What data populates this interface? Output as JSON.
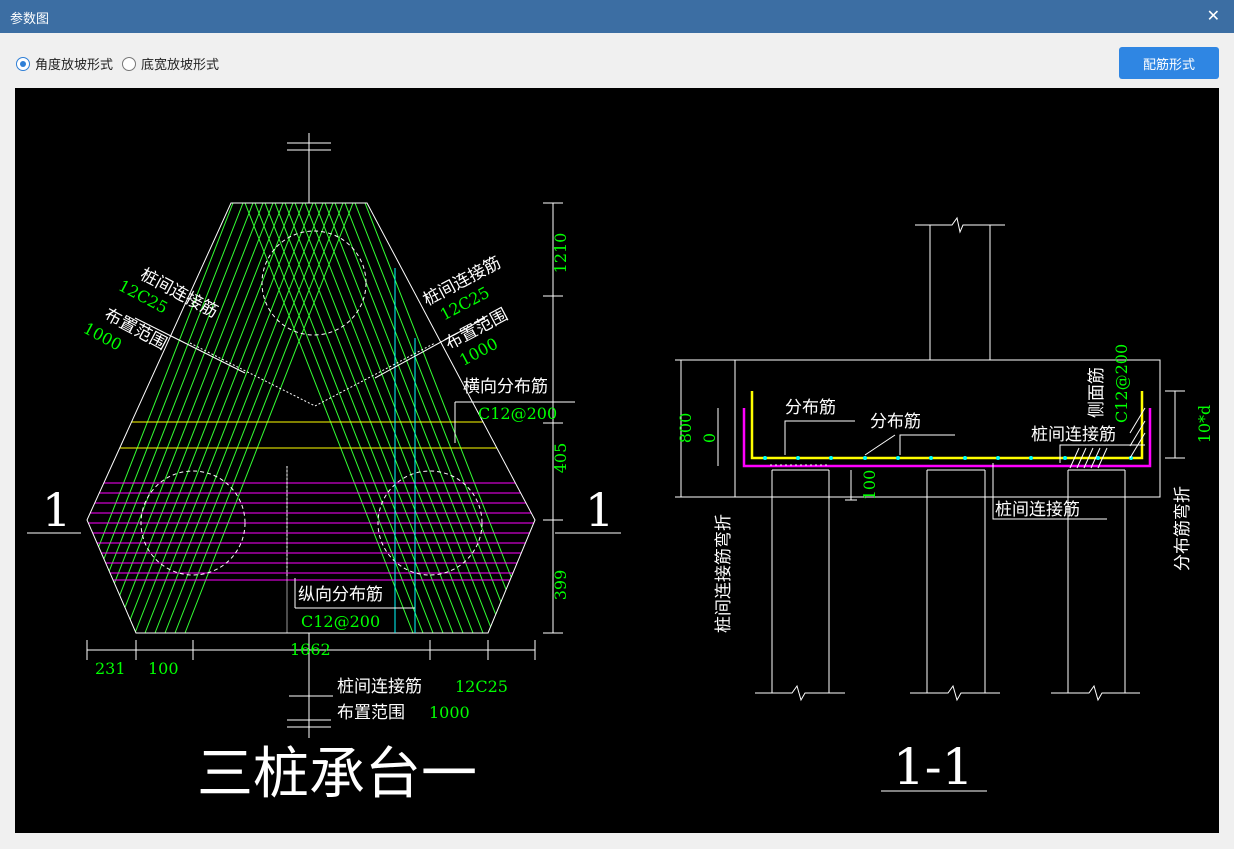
{
  "window": {
    "title": "参数图",
    "close_icon": "close-icon"
  },
  "toolbar": {
    "radios": [
      {
        "label": "角度放坡形式",
        "checked": true
      },
      {
        "label": "底宽放坡形式",
        "checked": false
      }
    ],
    "rebar_button": "配筋形式"
  },
  "drawing": {
    "plan": {
      "title": "三桩承台一",
      "section_mark_left": "1",
      "section_mark_right": "1",
      "label_left_rebar": "桩间连接筋",
      "label_left_rebar_spec": "12C25",
      "label_left_range": "布置范围",
      "label_left_range_val": "1000",
      "label_right_rebar": "桩间连接筋",
      "label_right_rebar_spec": "12C25",
      "label_right_range": "布置范围",
      "label_right_range_val": "1000",
      "label_transverse": "横向分布筋",
      "label_transverse_spec": "C12@200",
      "label_longitudinal": "纵向分布筋",
      "label_longitudinal_spec": "C12@200",
      "label_bottom_rebar": "桩间连接筋",
      "label_bottom_rebar_spec": "12C25",
      "label_bottom_range": "布置范围",
      "label_bottom_range_val": "1000",
      "dim_1210": "1210",
      "dim_405": "405",
      "dim_399": "399",
      "dim_231": "231",
      "dim_100": "100",
      "dim_1662": "1662"
    },
    "section": {
      "title": "1-1",
      "label_dist1": "分布筋",
      "label_dist2": "分布筋",
      "label_side": "侧面筋",
      "label_side_spec": "C12@200",
      "label_link": "桩间连接筋",
      "label_link_bottom": "桩间连接筋",
      "label_link_bend": "桩间连接筋弯折",
      "label_dist_bend": "分布筋弯折",
      "dim_800": "800",
      "dim_0": "0",
      "dim_100": "100",
      "dim_10d": "10*d"
    }
  },
  "colors": {
    "titlebar": "#3c6ea3",
    "button": "#2f86e3",
    "green_rebar": "#33ff33",
    "magenta_rebar": "#ff00ff",
    "yellow_rebar": "#ffff00",
    "cyan_line": "#00ffff",
    "dim_green": "#00ff00"
  }
}
